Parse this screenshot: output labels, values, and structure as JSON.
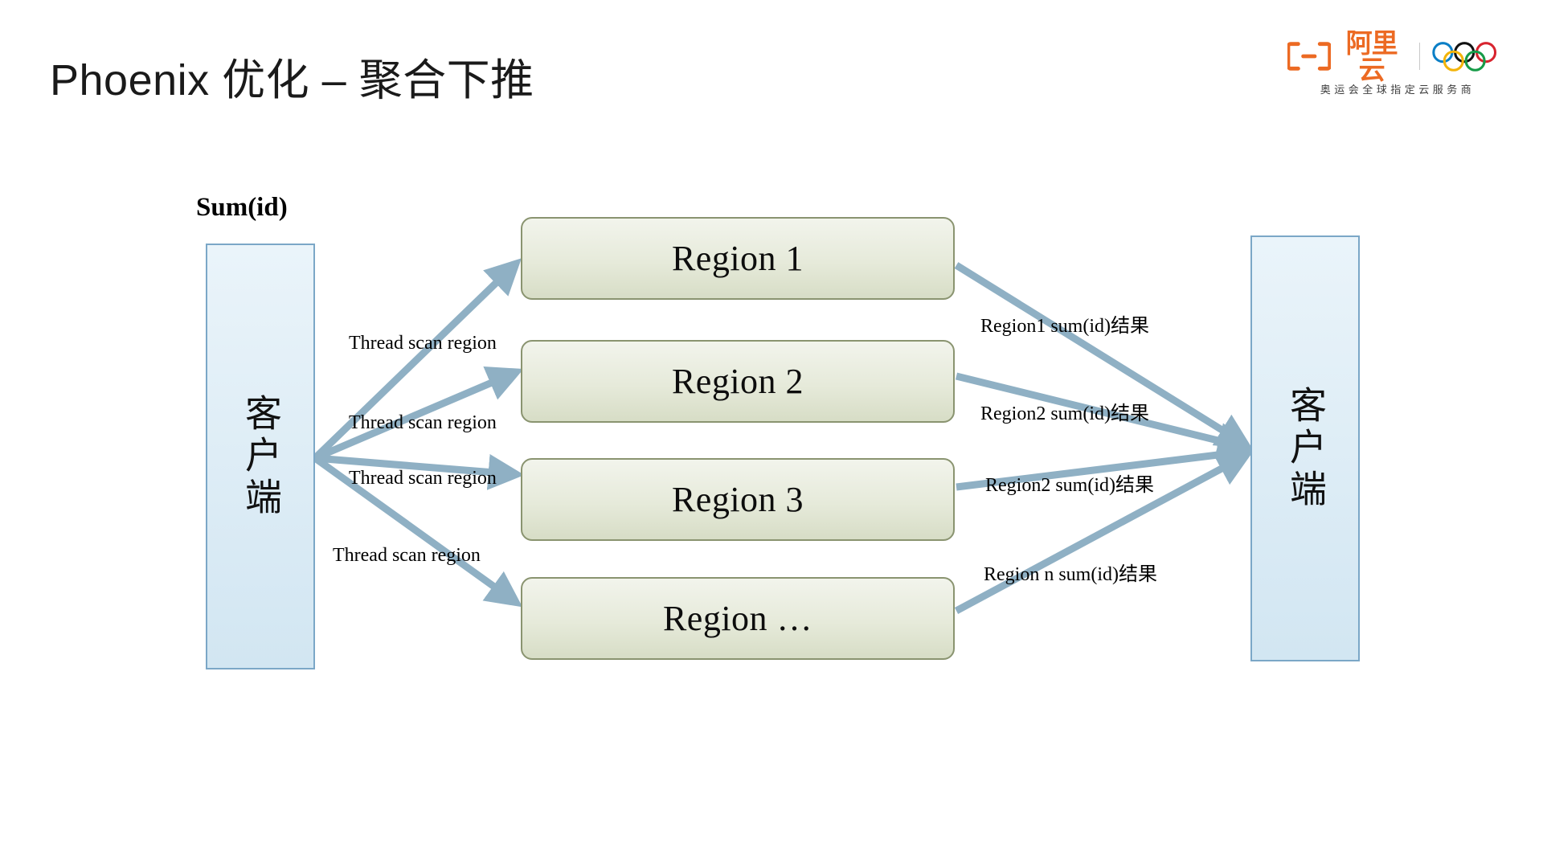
{
  "slide": {
    "title": "Phoenix 优化 – 聚合下推"
  },
  "brand": {
    "logo_text": "阿里云",
    "logo_icon": "alibaba-cloud-bracket-icon",
    "rings_icon": "olympic-rings-icon",
    "tagline": "奥运会全球指定云服务商",
    "logo_color": "#ec6a23",
    "ring_colors": [
      "#0b7fc6",
      "#111111",
      "#d8242f",
      "#f3b409",
      "#169b48"
    ]
  },
  "diagram": {
    "type": "flow",
    "sum_caption": "Sum(id)",
    "client_left": {
      "label": "客户端",
      "fill": "#e0eef7",
      "border": "#7ba7c7"
    },
    "client_right": {
      "label": "客户端",
      "fill": "#e0eef7",
      "border": "#7ba7c7"
    },
    "regions": [
      {
        "label": "Region 1"
      },
      {
        "label": "Region 2"
      },
      {
        "label": "Region 3"
      },
      {
        "label": "Region …"
      }
    ],
    "region_style": {
      "fill": "#e6eada",
      "border": "#8a9470"
    },
    "arrow_color": "#8fb0c4",
    "request_labels": [
      "Thread scan region",
      "Thread scan region",
      "Thread scan region",
      "Thread scan region"
    ],
    "response_labels": [
      "Region1 sum(id)结果",
      "Region2 sum(id)结果",
      "Region2 sum(id)结果",
      "Region n sum(id)结果"
    ]
  }
}
